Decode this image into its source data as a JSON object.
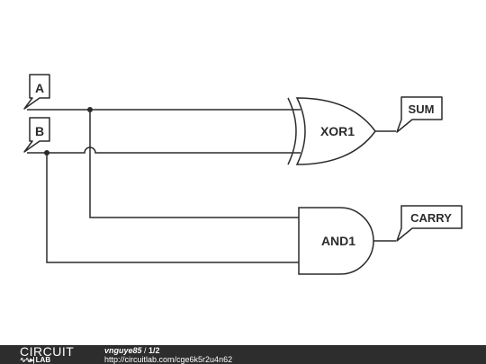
{
  "labels": {
    "input_a": "A",
    "input_b": "B",
    "output_sum": "SUM",
    "output_carry": "CARRY"
  },
  "gates": {
    "xor": "XOR1",
    "and": "AND1"
  },
  "footer": {
    "brand_top": "CIRCUIT",
    "brand_bottom": "LAB",
    "brand_wave": "∿∿▸|",
    "user": "vnguye85",
    "separator": " / ",
    "page": "1/2",
    "url": "http://circuitlab.com/cge6k5r2u4n62"
  }
}
